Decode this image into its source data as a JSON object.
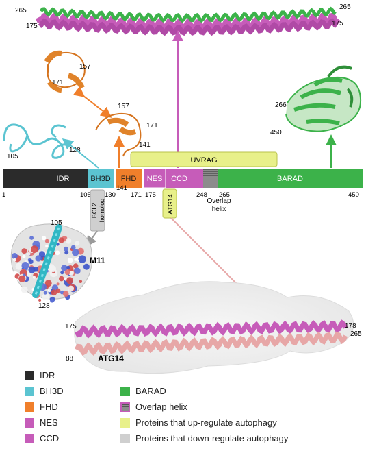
{
  "colors": {
    "idr": "#2b2b2b",
    "bh3d": "#5bc4d1",
    "fhd": "#f07f2b",
    "nes": "#c65cb9",
    "ccd": "#c65cb9",
    "barad": "#3cb24a",
    "overlap_helix": "#8c8c8c",
    "up_regulate": "#e8f08a",
    "down_regulate": "#cfcfcf",
    "atg14_helix": "#e7a7a7",
    "surface": "#efefef"
  },
  "domains": {
    "idr": "IDR",
    "bh3d": "BH3D",
    "fhd": "FHD",
    "nes": "NES",
    "ccd": "CCD",
    "barad": "BARAD"
  },
  "residues": {
    "start": "1",
    "r105": "105",
    "r130": "130",
    "r141": "141",
    "r171": "171",
    "r175": "175",
    "r248": "248",
    "r265": "265",
    "r450": "450"
  },
  "partners": {
    "uvrag": "UVRAG",
    "atg14": "ATG14",
    "bcl2": "BCL2\nhomolog",
    "overlap_helix_label": "Overlap\nhelix"
  },
  "structures": {
    "ccd_top": {
      "left_top": "265",
      "left_bottom": "175",
      "right_top": "265",
      "right_bottom": "175"
    },
    "idr_loop": {
      "label_105": "105",
      "label_128": "128"
    },
    "fhd_small": {
      "label_157": "157",
      "label_171": "171"
    },
    "fhd_large": {
      "label_157": "157",
      "label_171": "171",
      "label_141": "141"
    },
    "barad_struct": {
      "label_266": "266",
      "label_450": "450"
    },
    "m11": {
      "label": "M11",
      "label_105": "105",
      "label_128": "128"
    },
    "atg14_complex": {
      "label_175": "175",
      "label_88": "88",
      "label_178": "178",
      "label_265": "265",
      "label_atg14": "ATG14"
    }
  },
  "legend": {
    "idr": "IDR",
    "bh3d": "BH3D",
    "fhd": "FHD",
    "nes": "NES",
    "ccd": "CCD",
    "barad": "BARAD",
    "overlap_helix": "Overlap helix",
    "up_regulate": "Proteins that up-regulate autophagy",
    "down_regulate": "Proteins that down-regulate autophagy"
  }
}
